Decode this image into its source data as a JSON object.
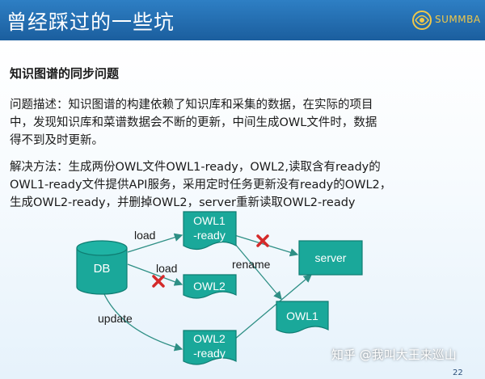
{
  "header": {
    "title": "曾经踩过的一些坑",
    "logo_text": "SUMMBA"
  },
  "subtitle": "知识图谱的同步问题",
  "problem_lines": [
    "问题描述：知识图谱的构建依赖了知识库和采集的数据，在实际的项目",
    "中，发现知识库和菜谱数据会不断的更新，中间生成OWL文件时，数据",
    "得不到及时更新。"
  ],
  "solution_lines": [
    "解决方法：生成两份OWL文件OWL1-ready，OWL2,读取含有ready的",
    "OWL1-ready文件提供API服务，采用定时任务更新没有ready的OWL2，",
    "生成OWL2-ready，并删掉OWL2，server重新读取OWL2-ready"
  ],
  "diagram": {
    "db": "DB",
    "owl1_ready": [
      "OWL1",
      "-ready"
    ],
    "owl2": "OWL2",
    "owl2_ready": [
      "OWL2",
      "-ready"
    ],
    "server": "server",
    "owl1": "OWL1",
    "edge_labels": {
      "load1": "load",
      "load2": "load",
      "update": "update",
      "rename": "rename"
    }
  },
  "footer": {
    "watermark": "知乎 @我叫大王来巡山",
    "page": "22"
  },
  "colors": {
    "node_fill": "#1aa89a",
    "node_stroke": "#0f7d72",
    "arrow": "#2e8f85",
    "cross": "#d42a2a",
    "header": "#1b5e9e"
  }
}
